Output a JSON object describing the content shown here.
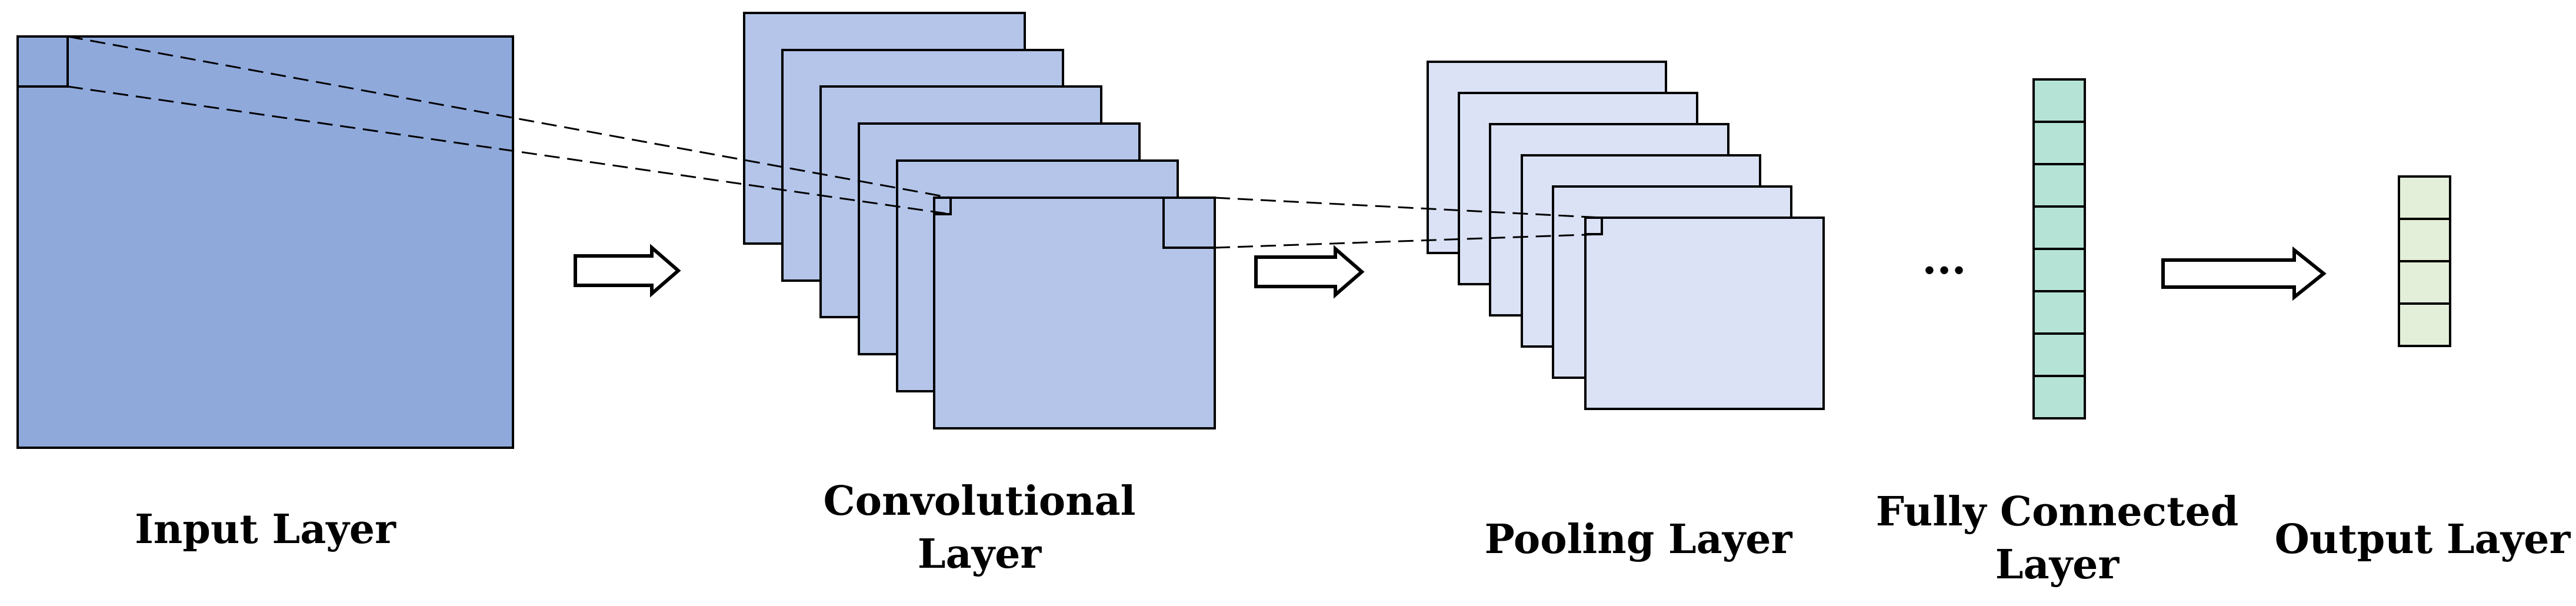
{
  "colors": {
    "input": "#8fa9db",
    "conv": "#b4c5e9",
    "pool": "#dbe2f5",
    "fc": "#b5e3d6",
    "output": "#e3efd8",
    "stroke": "#000000",
    "arrow_fill": "#ffffff"
  },
  "labels": {
    "input": "Input Layer",
    "conv_line1": "Convolutional",
    "conv_line2": "Layer",
    "pool": "Pooling Layer",
    "fc_line1": "Fully Connected",
    "fc_line2": "Layer",
    "output": "Output Layer",
    "ellipsis": "..."
  },
  "structure": {
    "conv_feature_maps": 6,
    "pool_feature_maps": 6,
    "fc_cells": 8,
    "output_cells": 4
  }
}
